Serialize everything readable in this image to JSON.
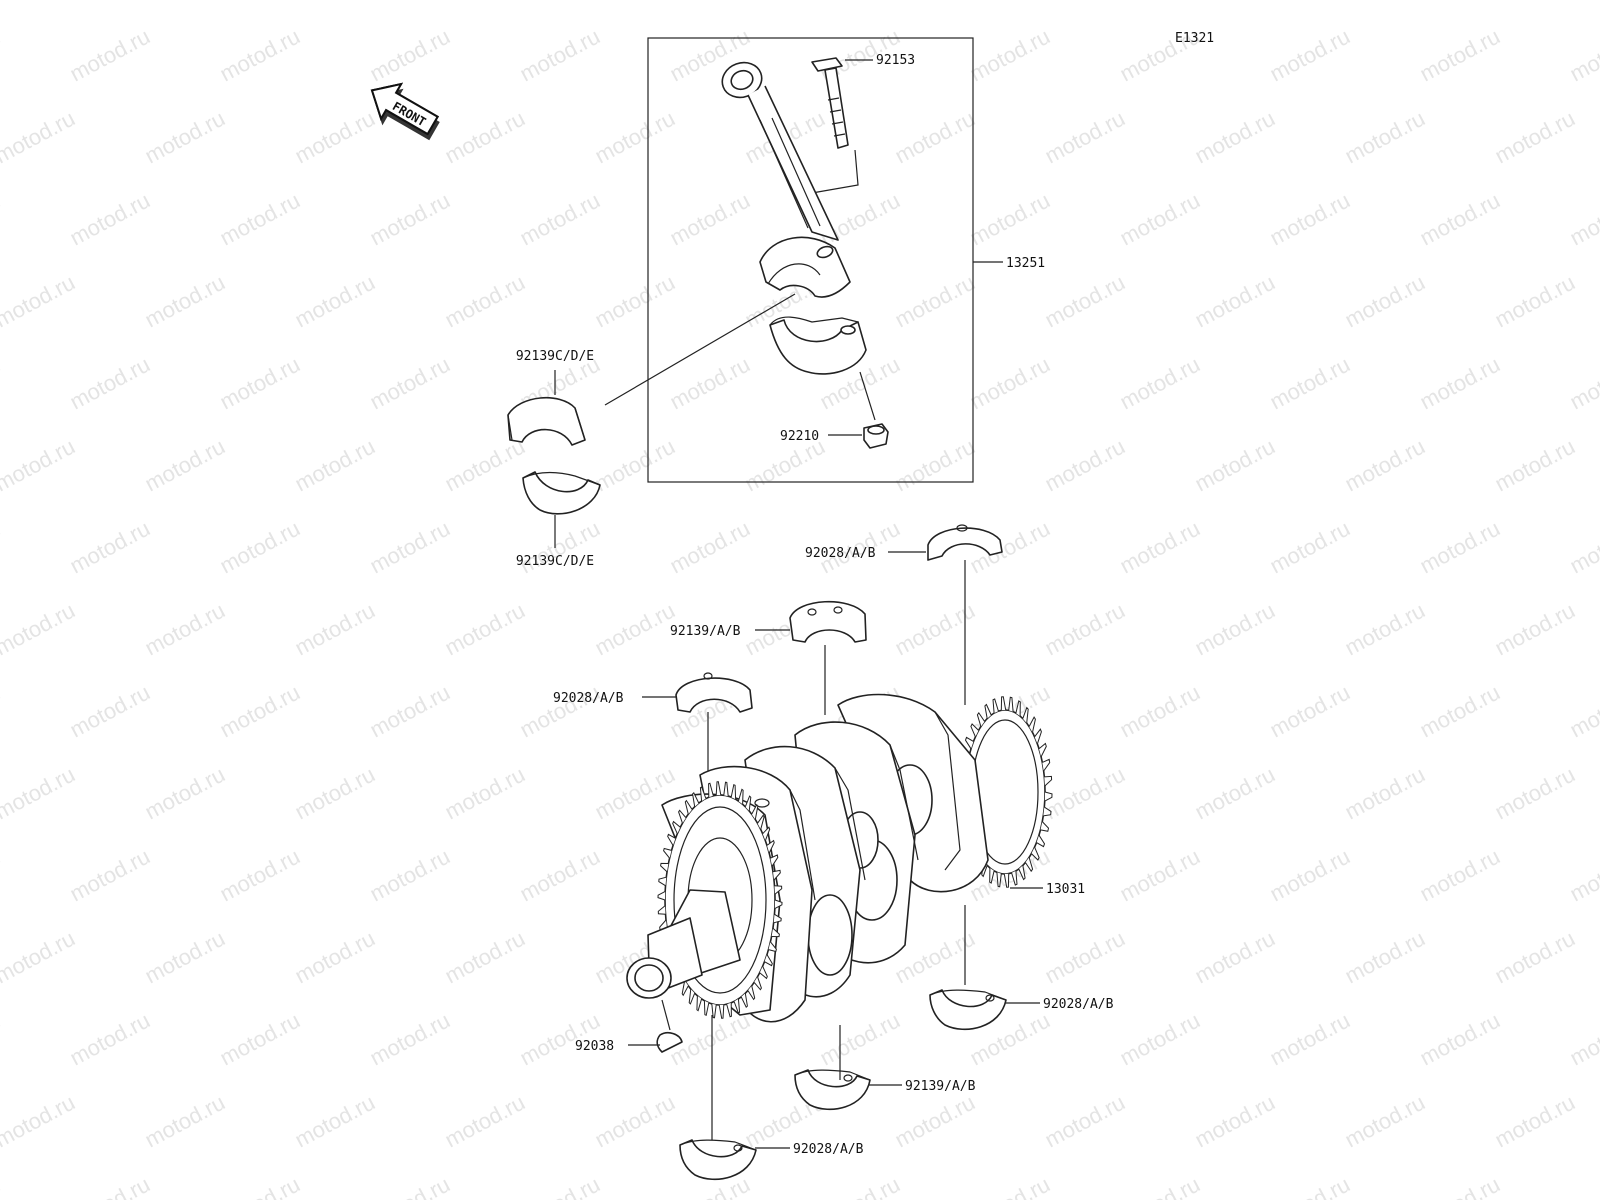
{
  "diagram_code": "E1321",
  "front_arrow": {
    "text": "FRONT",
    "icon": "front-direction-arrow-icon"
  },
  "watermark": "motod.ru",
  "parts": {
    "p92153": "92153",
    "p13251": "13251",
    "p92139cde_upper": "92139C/D/E",
    "p92139cde_lower": "92139C/D/E",
    "p92210": "92210",
    "p92028ab_top": "92028/A/B",
    "p92139ab_top": "92139/A/B",
    "p92028ab_left": "92028/A/B",
    "p13031": "13031",
    "p92028ab_right": "92028/A/B",
    "p92038": "92038",
    "p92139ab_bottom": "92139/A/B",
    "p92028ab_bottom": "92028/A/B"
  }
}
